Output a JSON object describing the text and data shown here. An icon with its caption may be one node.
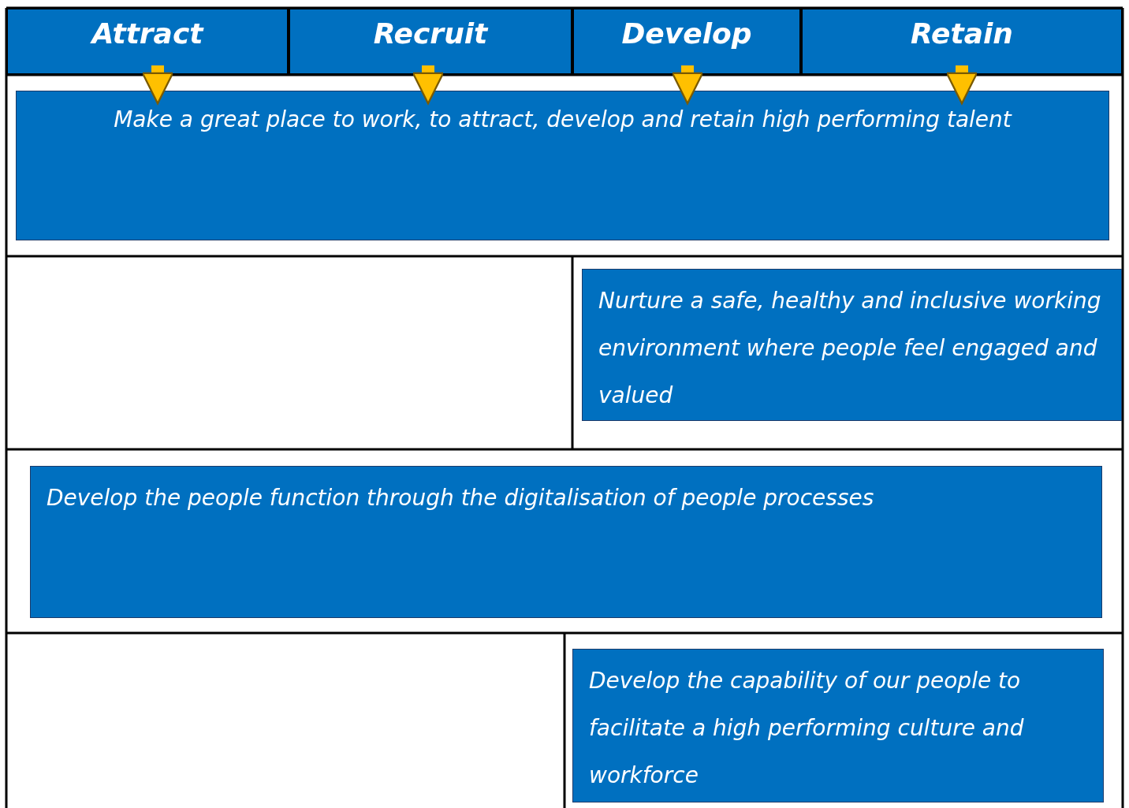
{
  "diagram": {
    "nodes": [
      {
        "text": [
          "Attract"
        ]
      },
      {
        "text": [
          "Recruit"
        ]
      },
      {
        "text": [
          "Develop"
        ]
      },
      {
        "text": [
          "Retain"
        ]
      },
      {
        "text": [
          "Make a great place to work, to attract, develop and retain high performing talent"
        ]
      },
      {
        "text": [
          "Nurture a safe, healthy and inclusive working environment where people feel engaged and valued"
        ]
      },
      {
        "text": [
          "Develop the people function through the digitalisation of people processes"
        ]
      },
      {
        "text": [
          "Develop the capability of our people to facilitate a high performing culture and workforce"
        ]
      }
    ],
    "edges": [
      {
        "from": 0,
        "to": 4,
        "arrow": "to"
      },
      {
        "from": 1,
        "to": 4,
        "arrow": "to"
      },
      {
        "from": 2,
        "to": 4,
        "arrow": "to"
      },
      {
        "from": 3,
        "to": 4,
        "arrow": "to"
      }
    ]
  }
}
